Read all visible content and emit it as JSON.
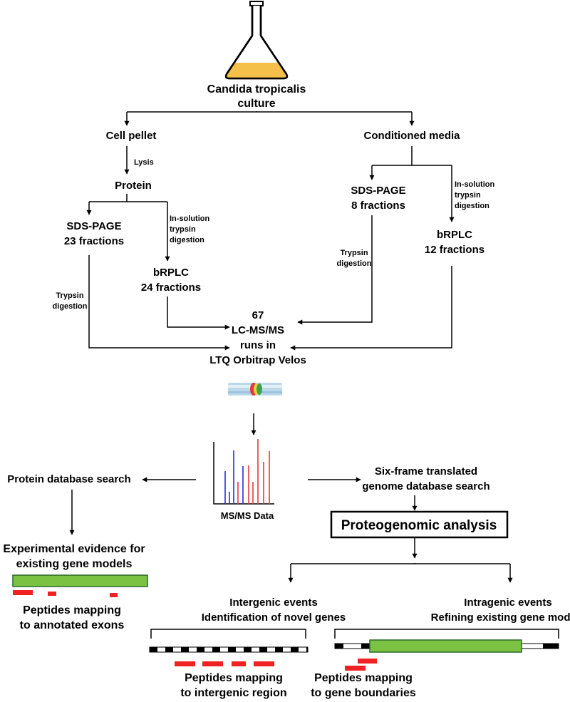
{
  "culture": {
    "line1": "Candida tropicalis",
    "line2": "culture"
  },
  "branches": {
    "cell_pellet": "Cell pellet",
    "conditioned_media": "Conditioned media",
    "lysis": "Lysis",
    "protein": "Protein"
  },
  "cell_path": {
    "sds_page": "SDS-PAGE",
    "sds_fractions": "23 fractions",
    "in_solution": [
      "In-solution",
      "trypsin",
      "digestion"
    ],
    "brplc": "bRPLC",
    "brplc_fractions": "24 fractions",
    "trypsin": [
      "Trypsin",
      "digestion"
    ]
  },
  "media_path": {
    "sds_page": "SDS-PAGE",
    "sds_fractions": "8 fractions",
    "in_solution": [
      "In-solution",
      "trypsin",
      "digestion"
    ],
    "brplc": "bRPLC",
    "brplc_fractions": "12 fractions",
    "trypsin": [
      "Trypsin",
      "digestion"
    ]
  },
  "lcms": {
    "lines": [
      "67",
      "LC-MS/MS",
      "runs in",
      "LTQ Orbitrap Velos"
    ]
  },
  "ms_data": {
    "label": "MS/MS Data",
    "peak_colors": [
      "#2b2bd6",
      "#2b2bd6",
      "#2b2bd6",
      "#e23a3a",
      "#2b2bd6",
      "#e23a3a",
      "#e23a3a",
      "#e23a3a",
      "#e23a3a",
      "#e23a3a"
    ]
  },
  "protein_search": {
    "label": "Protein database search",
    "evidence": [
      "Experimental evidence for",
      "existing gene models"
    ],
    "peptides": [
      "Peptides mapping",
      "to annotated exons"
    ]
  },
  "genome_search": {
    "label": [
      "Six-frame translated",
      "genome database search"
    ],
    "proteogenomic": "Proteogenomic analysis"
  },
  "intergenic": {
    "title": [
      "Intergenic events",
      "Identification of novel genes"
    ],
    "peptides": [
      "Peptides mapping",
      "to intergenic region"
    ]
  },
  "intragenic": {
    "title": [
      "Intragenic events",
      "Refining existing gene models"
    ],
    "peptides": [
      "Peptides mapping",
      "to gene boundaries"
    ]
  },
  "colors": {
    "gene_green": "#7cc242",
    "peptide_red": "#ee2222",
    "culture_yellow": "#f4c04a"
  }
}
